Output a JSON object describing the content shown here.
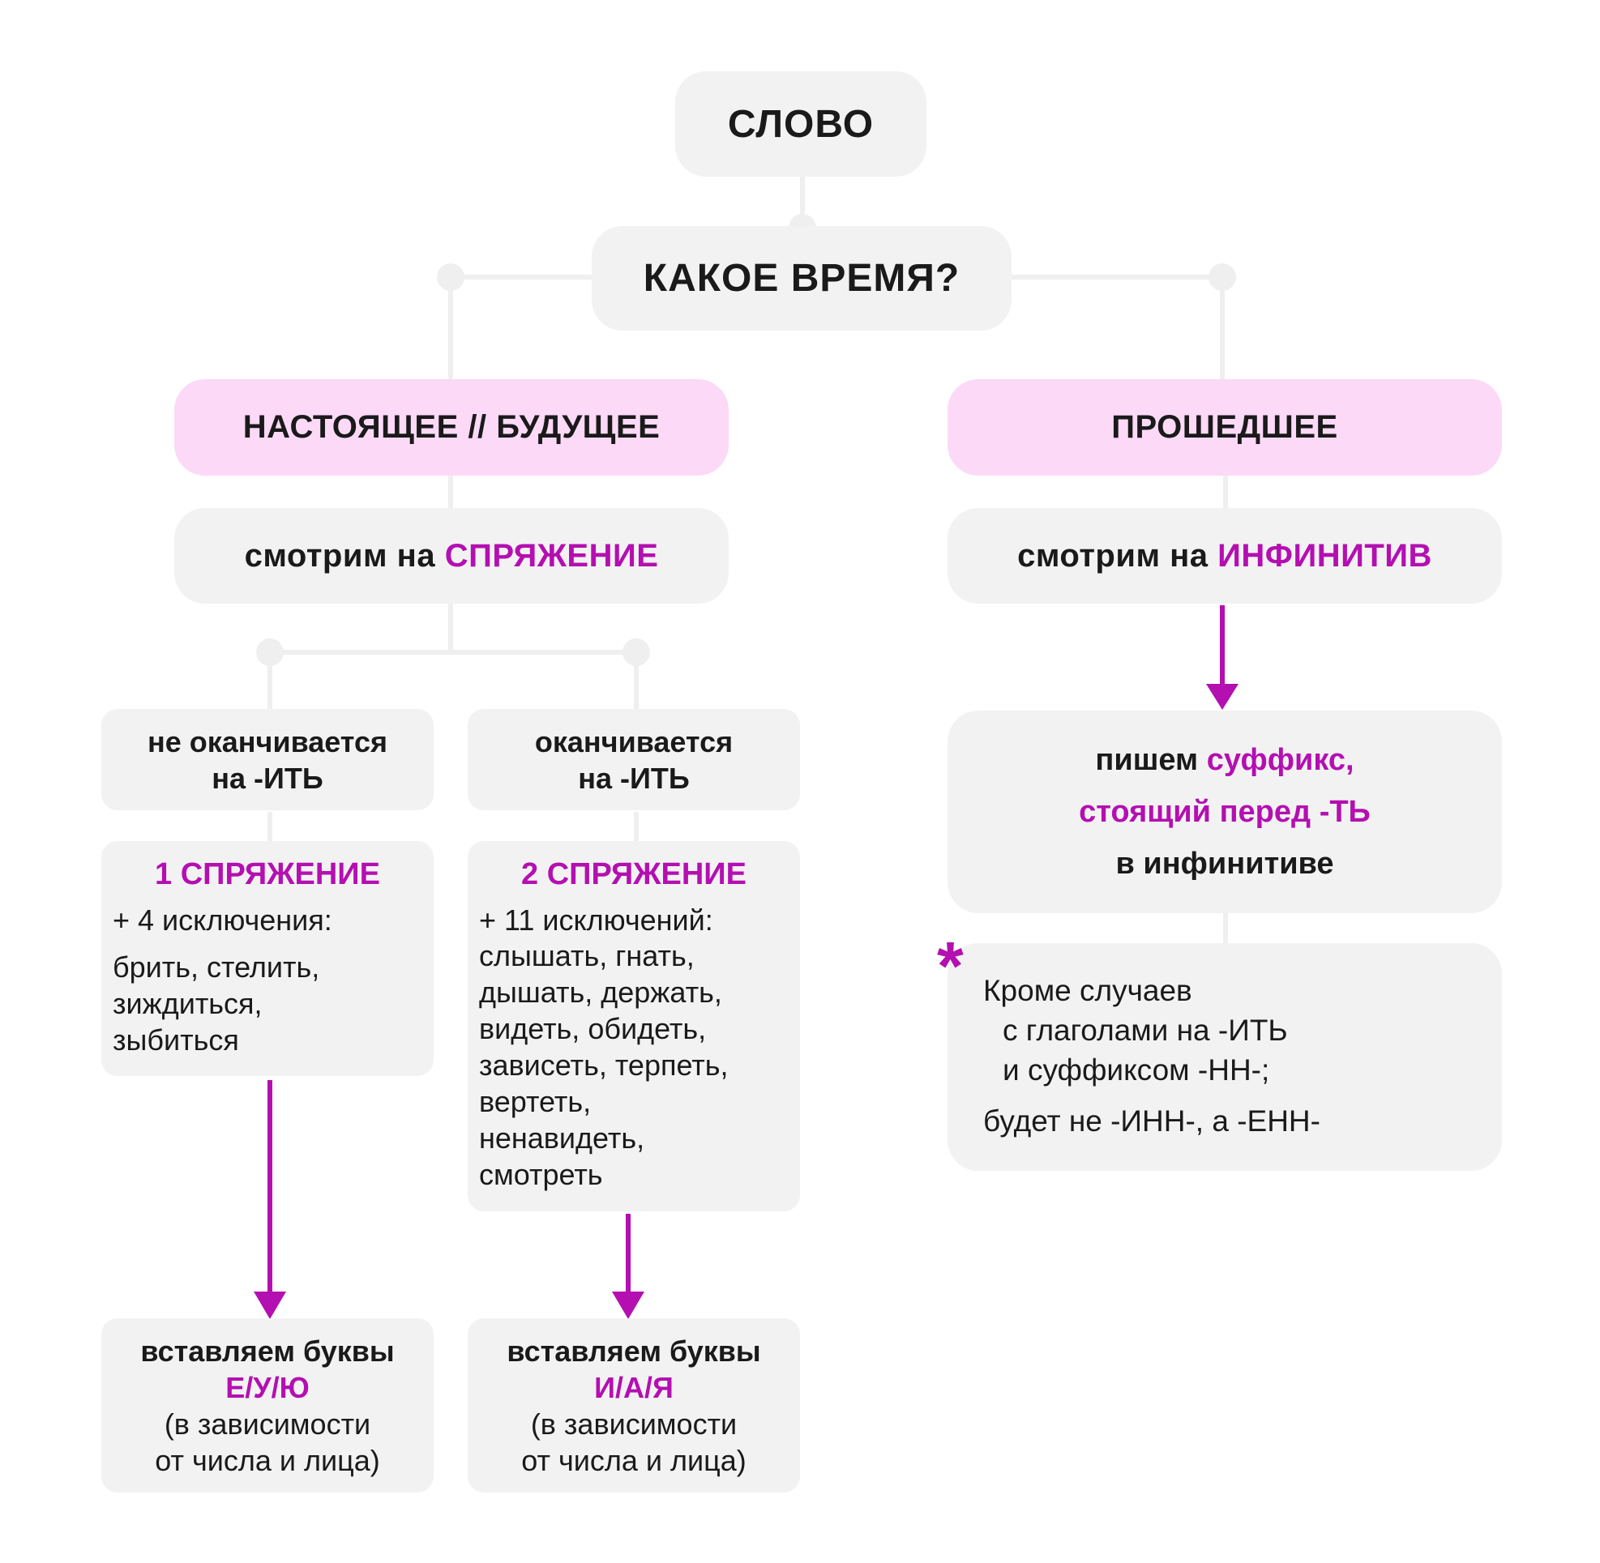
{
  "colors": {
    "accent": "#b40fb1",
    "box_gray": "#f2f2f2",
    "box_pink": "#fcd9f7",
    "connector": "#efefef"
  },
  "root": {
    "label": "СЛОВО"
  },
  "question": {
    "label": "КАКОЕ ВРЕМЯ?"
  },
  "present_future": {
    "label": "НАСТОЯЩЕЕ // БУДУЩЕЕ",
    "look_prefix": "смотрим на ",
    "look_accent": "СПРЯЖЕНИЕ",
    "branch_not_it": {
      "line1": "не оканчивается",
      "line2": "на -ИТЬ",
      "conj": "1 СПРЯЖЕНИЕ",
      "exceptions_count": "+ 4 исключения:",
      "exceptions": [
        "брить, стелить,",
        "зиждиться,",
        "зыбиться"
      ],
      "result_line1": "вставляем буквы",
      "result_letters": "Е/У/Ю",
      "result_line3": "(в зависимости",
      "result_line4": "от числа и лица)"
    },
    "branch_it": {
      "line1": "оканчивается",
      "line2": "на -ИТЬ",
      "conj": "2 СПРЯЖЕНИЕ",
      "exceptions_count": "+ 11 исключений:",
      "exceptions": [
        "слышать, гнать,",
        "дышать, держать,",
        "видеть, обидеть,",
        "зависеть, терпеть,",
        "вертеть,",
        "ненавидеть,",
        "смотреть"
      ],
      "result_line1": "вставляем буквы",
      "result_letters": "И/А/Я",
      "result_line3": "(в зависимости",
      "result_line4": "от числа и лица)"
    }
  },
  "past": {
    "label": "ПРОШЕДШЕЕ",
    "look_prefix": "смотрим на ",
    "look_accent": "ИНФИНИТИВ",
    "rule_prefix": "пишем ",
    "rule_accent1": "суффикс,",
    "rule_accent2": "стоящий перед -ТЬ",
    "rule_suffix": "в инфинитиве",
    "note_mark": "*",
    "note_lines": [
      "Кроме случаев",
      "с глаголами на -ИТЬ",
      "и суффиксом -НН-;",
      "будет не -ИНН-, а -ЕНН-"
    ]
  }
}
